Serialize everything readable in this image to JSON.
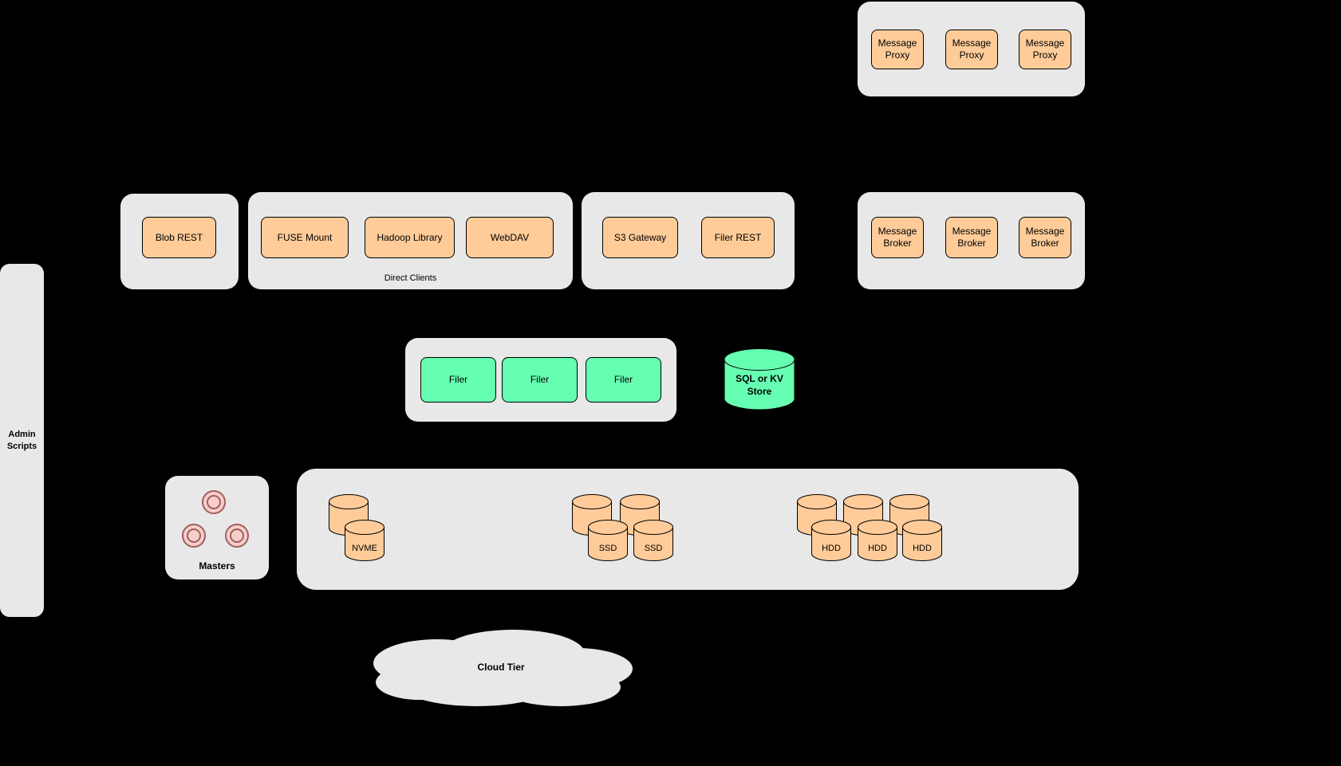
{
  "colors": {
    "background": "#000000",
    "container_gray": "#e8e8e8",
    "node_orange": "#ffcc99",
    "node_green": "#66ffb2",
    "master_pink": "#f8cecc",
    "master_ring": "#9e5f5c",
    "node_border": "#000000"
  },
  "shapes": {
    "storage_icon": "database-cylinder",
    "store_icon": "database-cylinder",
    "cloud_icon": "cloud-shape",
    "master_icon": "double-circle"
  },
  "message_proxies": [
    "Message Proxy",
    "Message Proxy",
    "Message Proxy"
  ],
  "blob_rest": "Blob REST",
  "direct_clients": {
    "label": "Direct Clients",
    "items": [
      "FUSE Mount",
      "Hadoop Library",
      "WebDAV"
    ]
  },
  "gateways": [
    "S3 Gateway",
    "Filer REST"
  ],
  "message_brokers": [
    "Message Broker",
    "Message Broker",
    "Message Broker"
  ],
  "filers": [
    "Filer",
    "Filer",
    "Filer"
  ],
  "sql_store": "SQL or KV Store",
  "admin_scripts": "Admin Scripts",
  "masters_label": "Masters",
  "storage": {
    "nvme": "NVME",
    "ssd": [
      "SSD",
      "SSD"
    ],
    "hdd": [
      "HDD",
      "HDD",
      "HDD"
    ]
  },
  "cloud_tier": "Cloud Tier"
}
